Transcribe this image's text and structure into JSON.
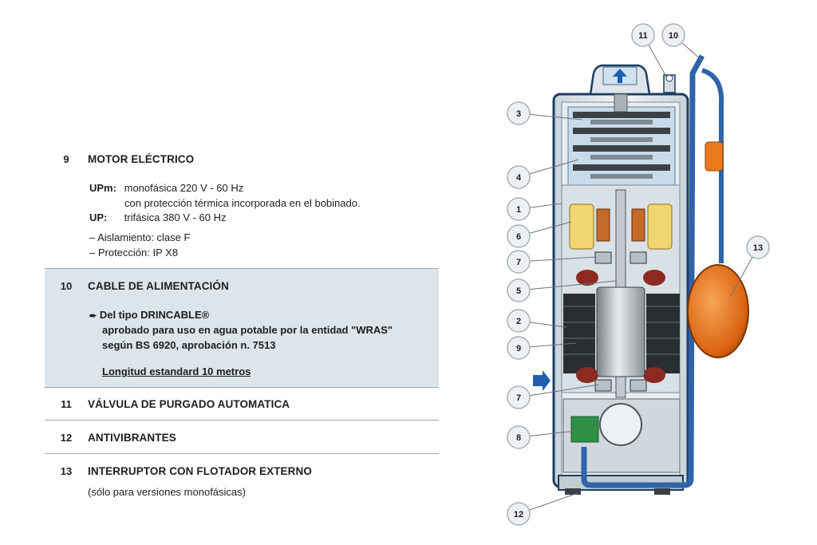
{
  "sections": [
    {
      "number": "9",
      "title": "MOTOR ELÉCTRICO",
      "upm_label": "UPm:",
      "upm_line1": "monofásica 220 V - 60 Hz",
      "upm_line2": "con protección térmica incorporada en el bobinado.",
      "up_label": "UP:",
      "up_line1": "trifásica 380 V - 60 Hz",
      "bullet1": "– Aislamiento: clase F",
      "bullet2": "– Protección: IP X8"
    },
    {
      "number": "10",
      "title": "CABLE DE ALIMENTACIÓN",
      "arrow": "➨",
      "line1": "Del tipo DRINCABLE®",
      "line2": "aprobado para uso en agua potable por la entidad \"WRAS\"",
      "line3": "según BS 6920, aprobación n. 7513",
      "length": "Longitud estandard 10 metros"
    },
    {
      "number": "11",
      "title": "VÁLVULA DE PURGADO AUTOMATICA"
    },
    {
      "number": "12",
      "title": "ANTIVIBRANTES"
    },
    {
      "number": "13",
      "title": "INTERRUPTOR CON FLOTADOR EXTERNO",
      "note": "(sólo para versiones monofásicas)"
    }
  ],
  "callouts": [
    "11",
    "10",
    "3",
    "4",
    "1",
    "6",
    "7",
    "5",
    "2",
    "9",
    "7",
    "8",
    "12",
    "13"
  ],
  "colors": {
    "panel_bg": "#dde5ea",
    "rule": "#9aa7ae",
    "pump_outline": "#1f3d63",
    "cable_blue": "#2f64a9",
    "float_orange": "#e97b1c",
    "arrow_blue": "#1f5fae"
  }
}
